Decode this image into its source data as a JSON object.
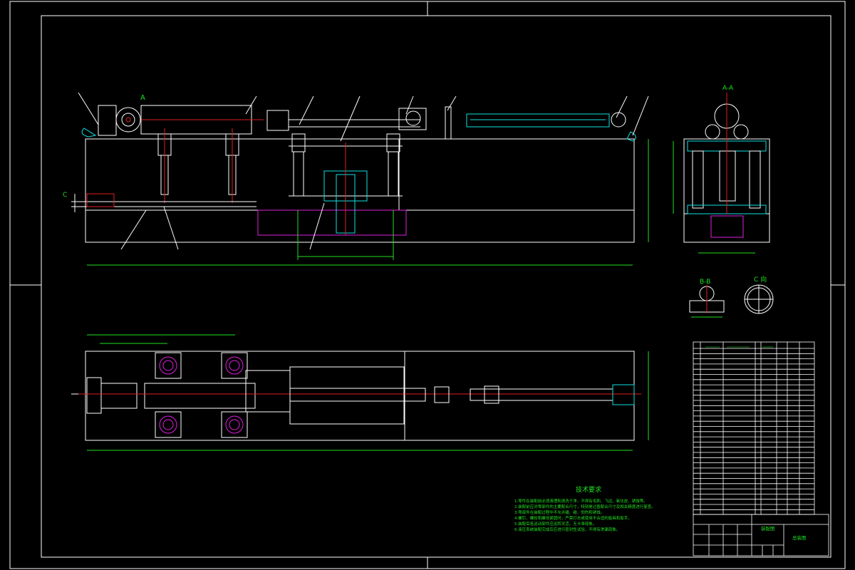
{
  "section_labels": {
    "section_a": "A-A",
    "view_b": "B-B",
    "view_c": "C 向"
  },
  "tech_requirements": {
    "title": "技术要求",
    "lines": [
      "1.零件在装配前必须清理和清洗干净，不得有毛刺、飞边、氧化皮、锈蚀等。",
      "2.装配前应对零部件的主要配合尺寸，特别是过盈配合尺寸及相关精度进行复查。",
      "3.零部件在装配过程中不允许磕、碰、划伤和锈蚀。",
      "4.螺钉、螺栓和螺母紧固时，严禁打击或使用不合适的旋具和扳手。",
      "5.装配后各运动部件应运转灵活，无卡滞现象。",
      "6.液压系统装配完成后应进行密封性试验，不得有渗漏现象。"
    ]
  },
  "title_block": {
    "drawing_name": "装配图",
    "part_label": "总装图"
  }
}
